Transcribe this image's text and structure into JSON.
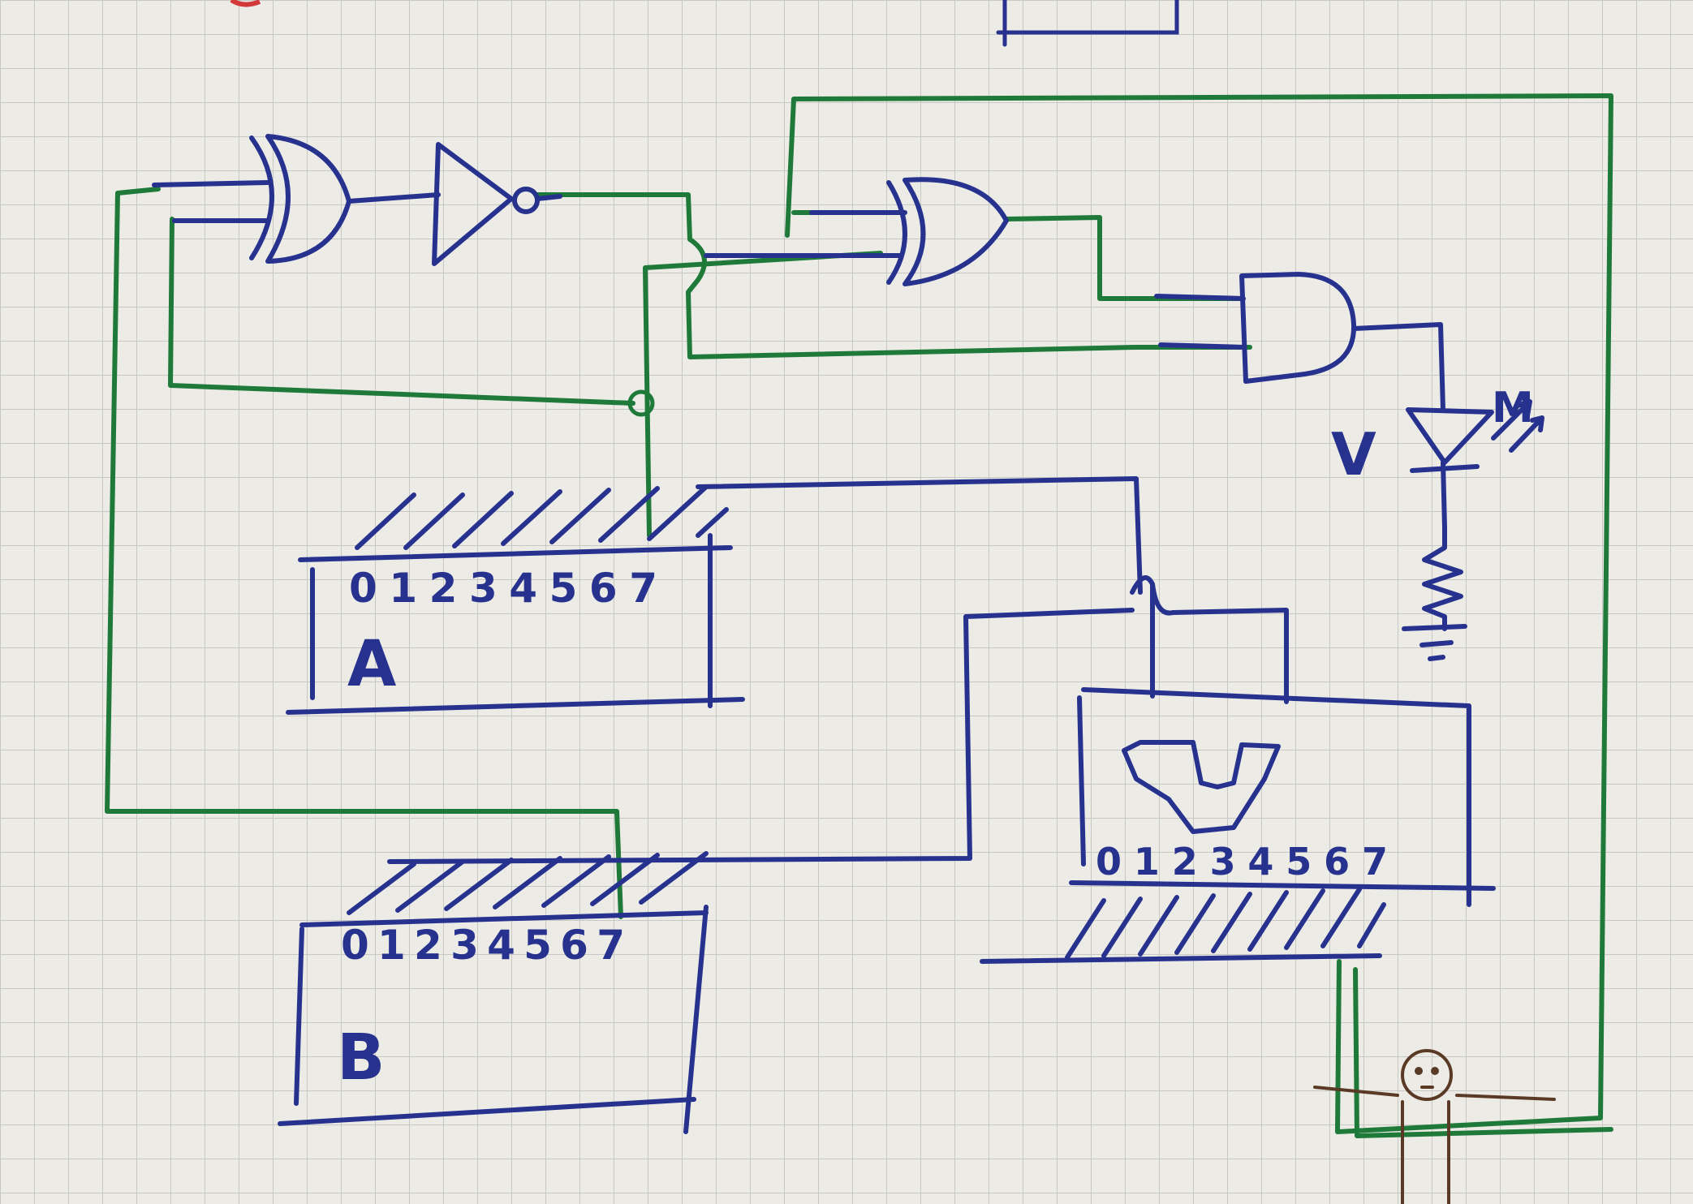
{
  "colors": {
    "paper": "#ecebe6",
    "grid": "#c7c7c3",
    "blue_ink": "#27328e",
    "green_ink": "#1f7a3a",
    "brown_ink": "#5a3a24",
    "red_mark": "#d23a3a"
  },
  "registers": {
    "a": {
      "label": "A",
      "bits": "0 1 2 3 4 5 6 7"
    },
    "b": {
      "label": "B",
      "bits": "0 1 2 3 4 5 6 7"
    },
    "u": {
      "bits": "0 1 2 3 4 5 6 7"
    }
  },
  "led": {
    "voltage_label": "V",
    "light_label": "M"
  },
  "components": [
    "xor-gate-1",
    "not-gate",
    "xor-gate-2",
    "and-gate",
    "led",
    "resistor",
    "ground",
    "register-a",
    "register-b",
    "register-u",
    "stick-figure"
  ]
}
